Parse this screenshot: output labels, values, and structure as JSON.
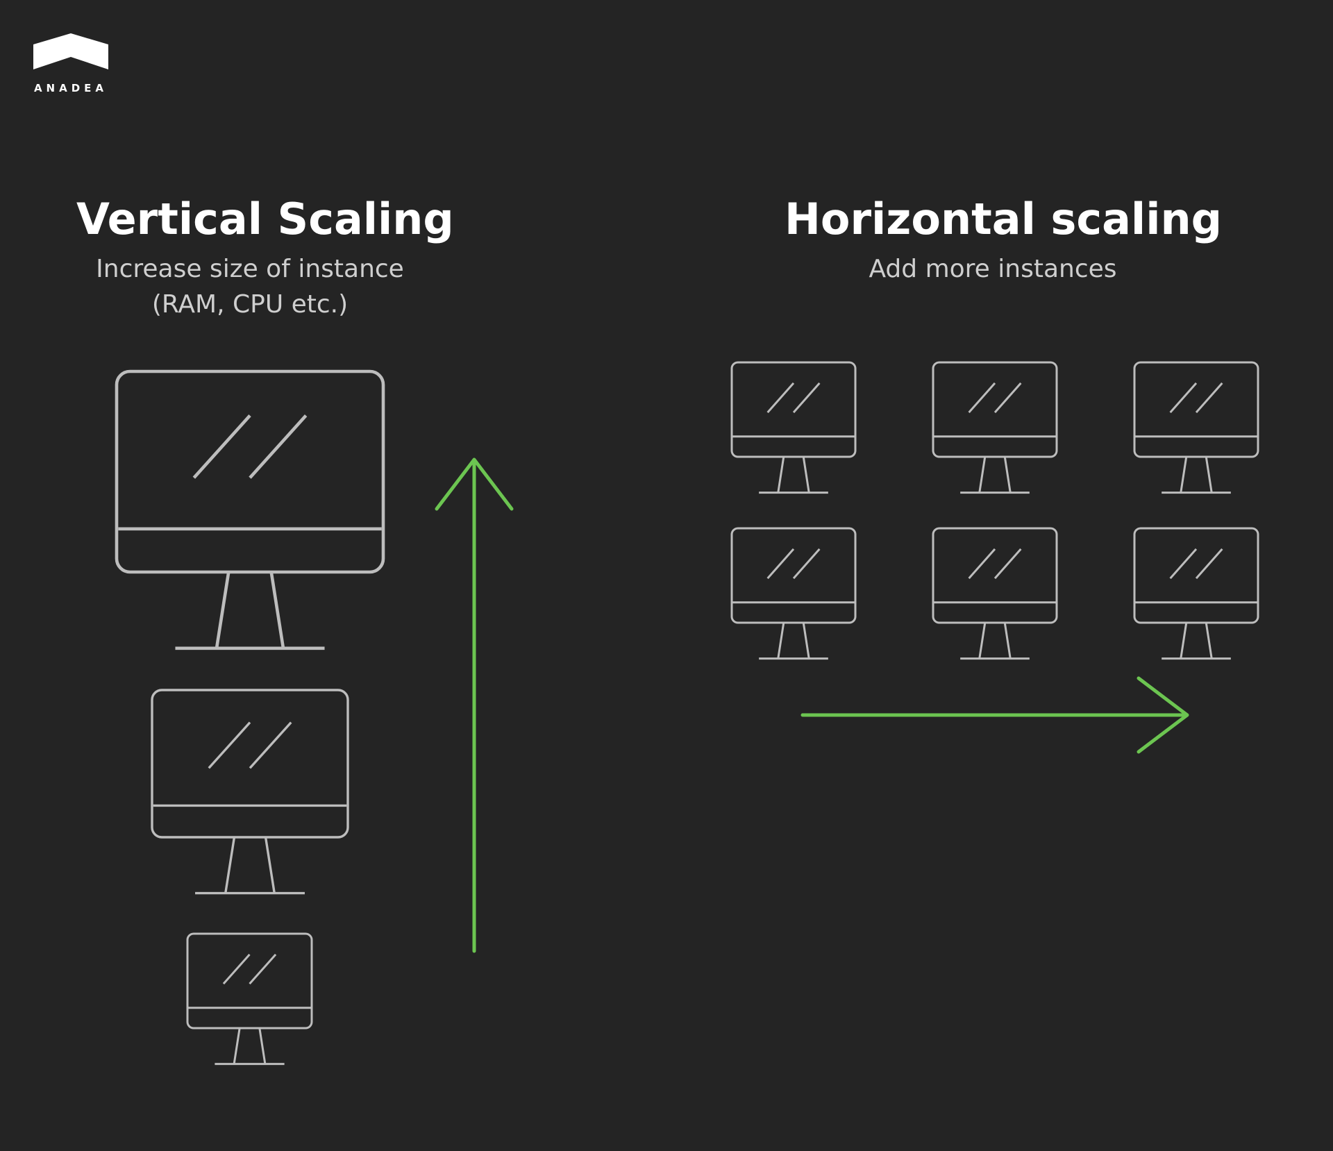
{
  "brand": {
    "name": "ANADEA",
    "logo_icon": "house-roof-icon"
  },
  "vertical": {
    "title": "Vertical Scaling",
    "subtitle_lines": [
      "Increase size of instance",
      "(RAM, CPU etc.)"
    ],
    "instances": 3
  },
  "horizontal": {
    "title": "Horizontal scaling",
    "subtitle_lines": [
      "Add more instances"
    ],
    "instances": 6
  },
  "colors": {
    "background": "#242424",
    "text": "#ffffff",
    "subtitle": "#cfcfcf",
    "monitor_stroke": "#bdbdbd",
    "arrow": "#6cc551"
  }
}
